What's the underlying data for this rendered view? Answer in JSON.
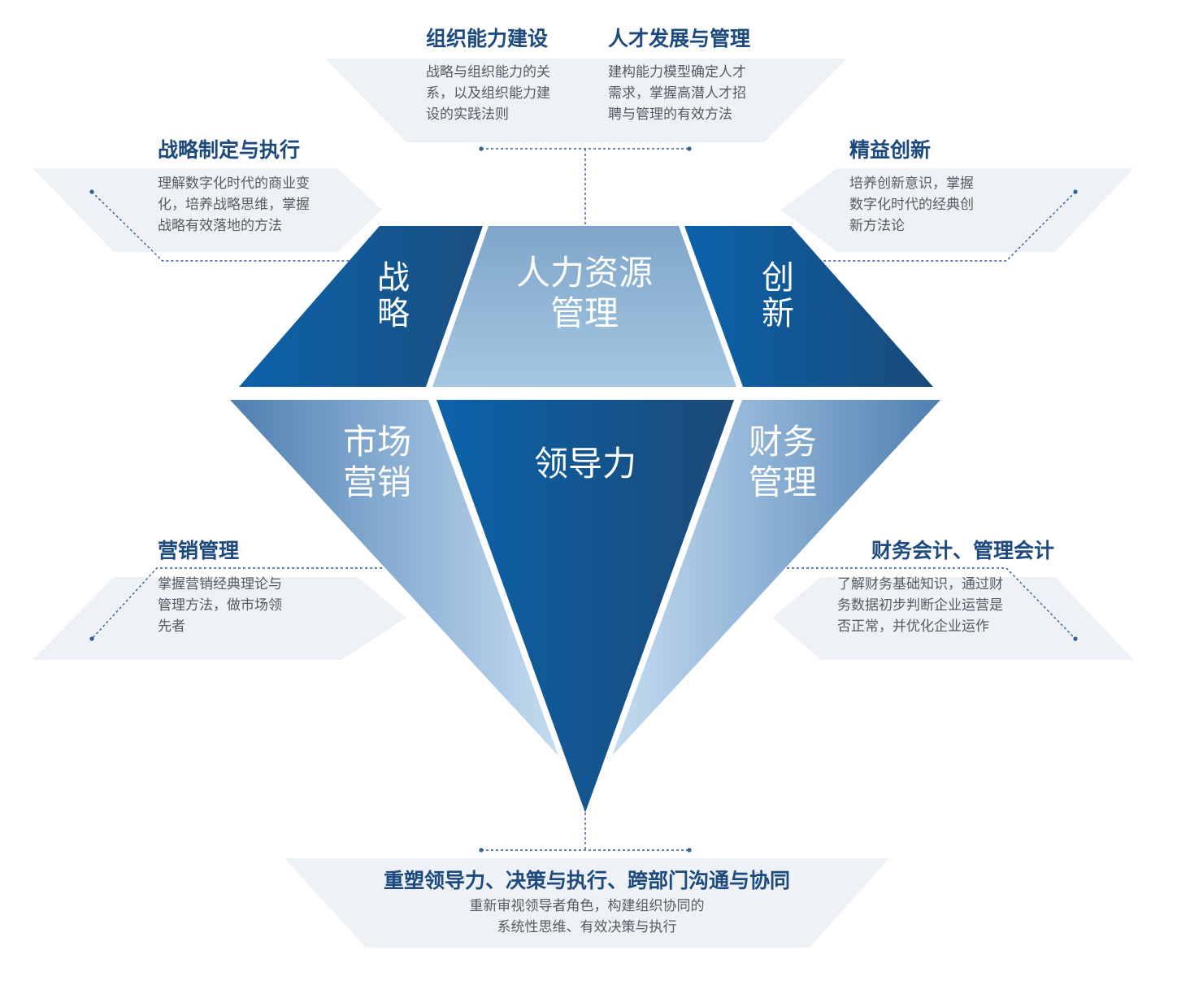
{
  "colors": {
    "dark_blue": "#0e5fa3",
    "deep_blue": "#174b7a",
    "light_blue": "#9ec4e0",
    "title_blue": "#1d4a7e",
    "panel_bg": "#eef2f6"
  },
  "facets": {
    "strategy": "战\n略",
    "hr": "人力资源\n管理",
    "innovation": "创\n新",
    "marketing": "市场\n营销",
    "leadership": "领导力",
    "finance": "财务\n管理"
  },
  "blocks": {
    "org_capability": {
      "title": "组织能力建设",
      "text": "战略与组织能力的关系，以及组织能力建设的实践法则"
    },
    "talent": {
      "title": "人才发展与管理",
      "text": "建构能力模型确定人才需求，掌握高潜人才招聘与管理的有效方法"
    },
    "strategy_exec": {
      "title": "战略制定与执行",
      "text": "理解数字化时代的商业变化，培养战略思维，掌握战略有效落地的方法"
    },
    "lean_innovation": {
      "title": "精益创新",
      "text": "培养创新意识，掌握数字化时代的经典创新方法论"
    },
    "marketing_mgmt": {
      "title": "营销管理",
      "text": "掌握营销经典理论与管理方法，做市场领先者"
    },
    "finance_acct": {
      "title": "财务会计、管理会计",
      "text": "了解财务基础知识，通过财务数据初步判断企业运营是否正常，并优化企业运作"
    },
    "leadership_block": {
      "title": "重塑领导力、决策与执行、跨部门沟通与协同",
      "text": "重新审视领导者角色，构建组织协同的系统性思维、有效决策与执行"
    }
  }
}
